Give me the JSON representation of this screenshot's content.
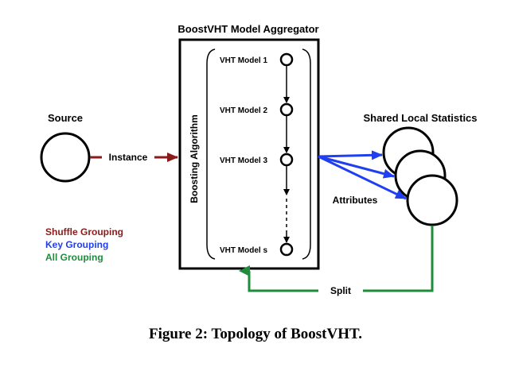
{
  "aggregator": {
    "title": "BoostVHT Model Aggregator",
    "algorithm_label": "Boosting Algorithm",
    "models": [
      "VHT Model 1",
      "VHT Model 2",
      "VHT Model 3",
      "VHT Model s"
    ]
  },
  "source": {
    "label": "Source"
  },
  "stats": {
    "label": "Shared Local Statistics"
  },
  "edges": {
    "instance": "Instance",
    "attributes": "Attributes",
    "split": "Split"
  },
  "legend": {
    "shuffle": "Shuffle Grouping",
    "key": "Key Grouping",
    "all": "All Grouping"
  },
  "colors": {
    "shuffle": "#8b1a1a",
    "key": "#1f3ff0",
    "all": "#1e8c3a"
  },
  "caption": "Figure 2: Topology of BoostVHT."
}
